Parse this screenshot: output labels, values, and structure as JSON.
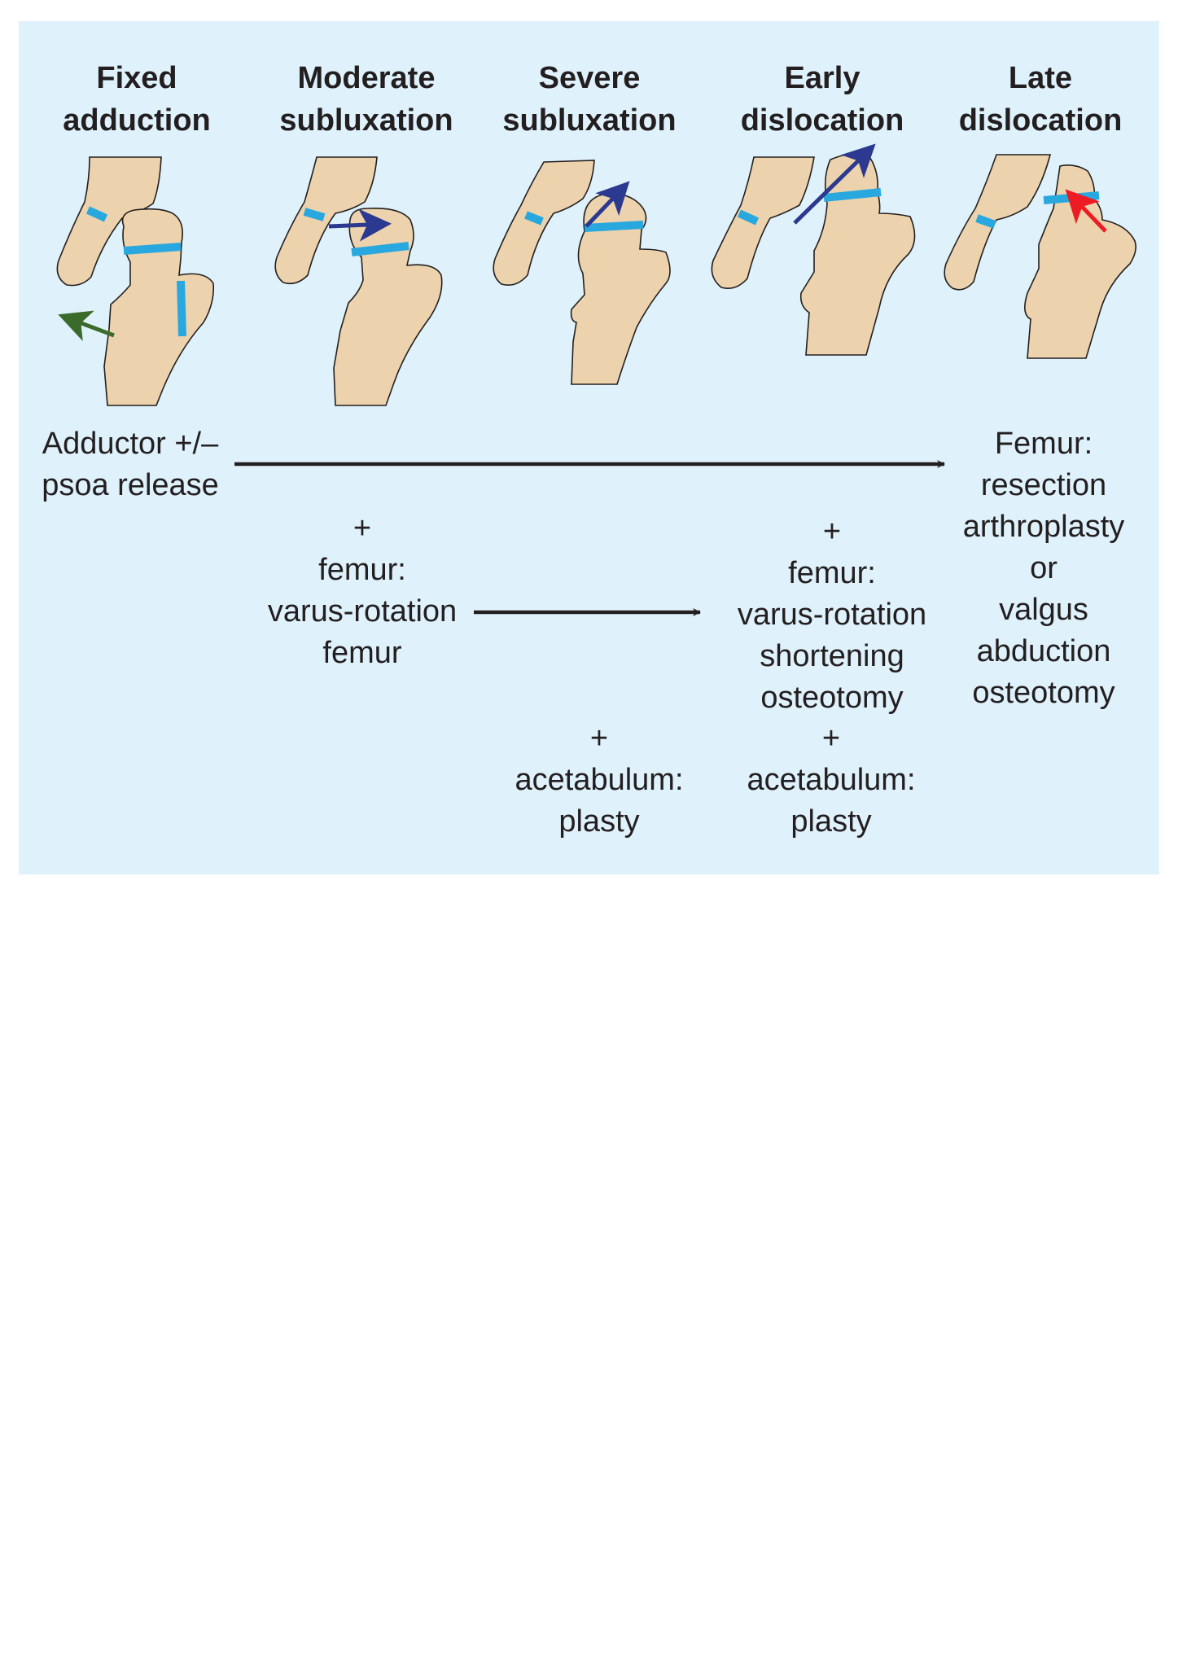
{
  "stages": [
    {
      "title": "Fixed\nadduction"
    },
    {
      "title": "Moderate\nsubluxation"
    },
    {
      "title": "Severe\nsubluxation"
    },
    {
      "title": "Early\ndislocation"
    },
    {
      "title": "Late\ndislocation"
    }
  ],
  "treatments": {
    "soft_tissue": "Adductor +/–\npsoa release",
    "femur_moderate": "+\nfemur:\nvarus-rotation\nfemur",
    "femur_early": "+\nfemur:\nvarus-rotation\nshortening\nosteotomy",
    "acetabulum_severe": "+\nacetabulum:\nplasty",
    "acetabulum_early": "+\nacetabulum:\nplasty",
    "late": "Femur:\nresection\narthroplasty\nor\nvalgus\nabduction\nosteotomy"
  },
  "colors": {
    "background": "#dff1fb",
    "bone": "#ecd3ad",
    "outline": "#231f20",
    "growth_plate": "#29a8df",
    "arrow_navy": "#2b3990",
    "arrow_green": "#3a6b2a",
    "arrow_red": "#ed1c24"
  }
}
